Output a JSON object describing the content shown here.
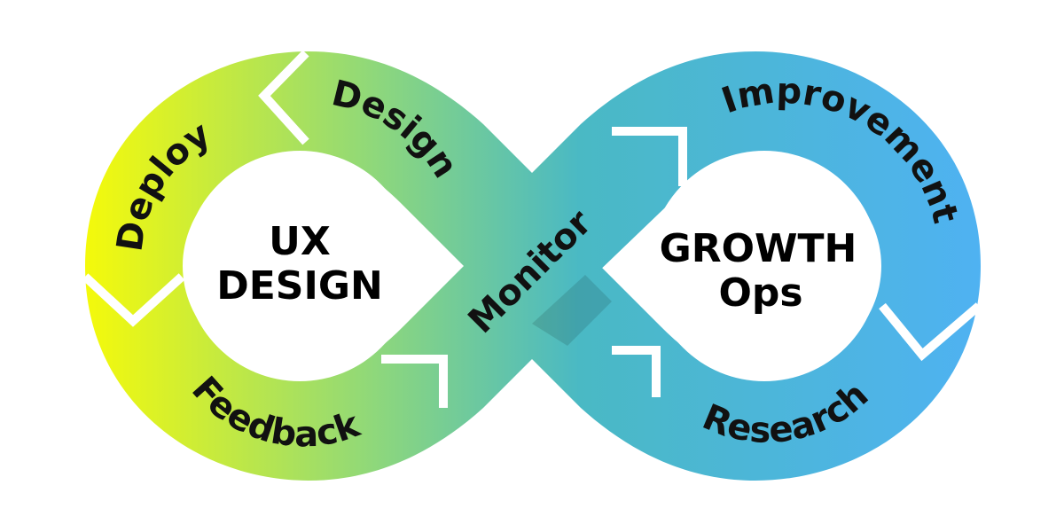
{
  "colors": {
    "left_start": "#f5fa0a",
    "left_end": "#8fd87a",
    "middle": "#4ab9c4",
    "right_end": "#4fb2f2",
    "text": "#111111",
    "background": "#ffffff"
  },
  "left_center": {
    "line1": "UX",
    "line2": "DESIGN"
  },
  "right_center": {
    "line1": "GROWTH",
    "line2": "Ops"
  },
  "stages": {
    "deploy": "Deploy",
    "design": "Design",
    "monitor": "Monitor",
    "feedback": "Feedback",
    "improvement": "Improvement",
    "research": "Research"
  }
}
